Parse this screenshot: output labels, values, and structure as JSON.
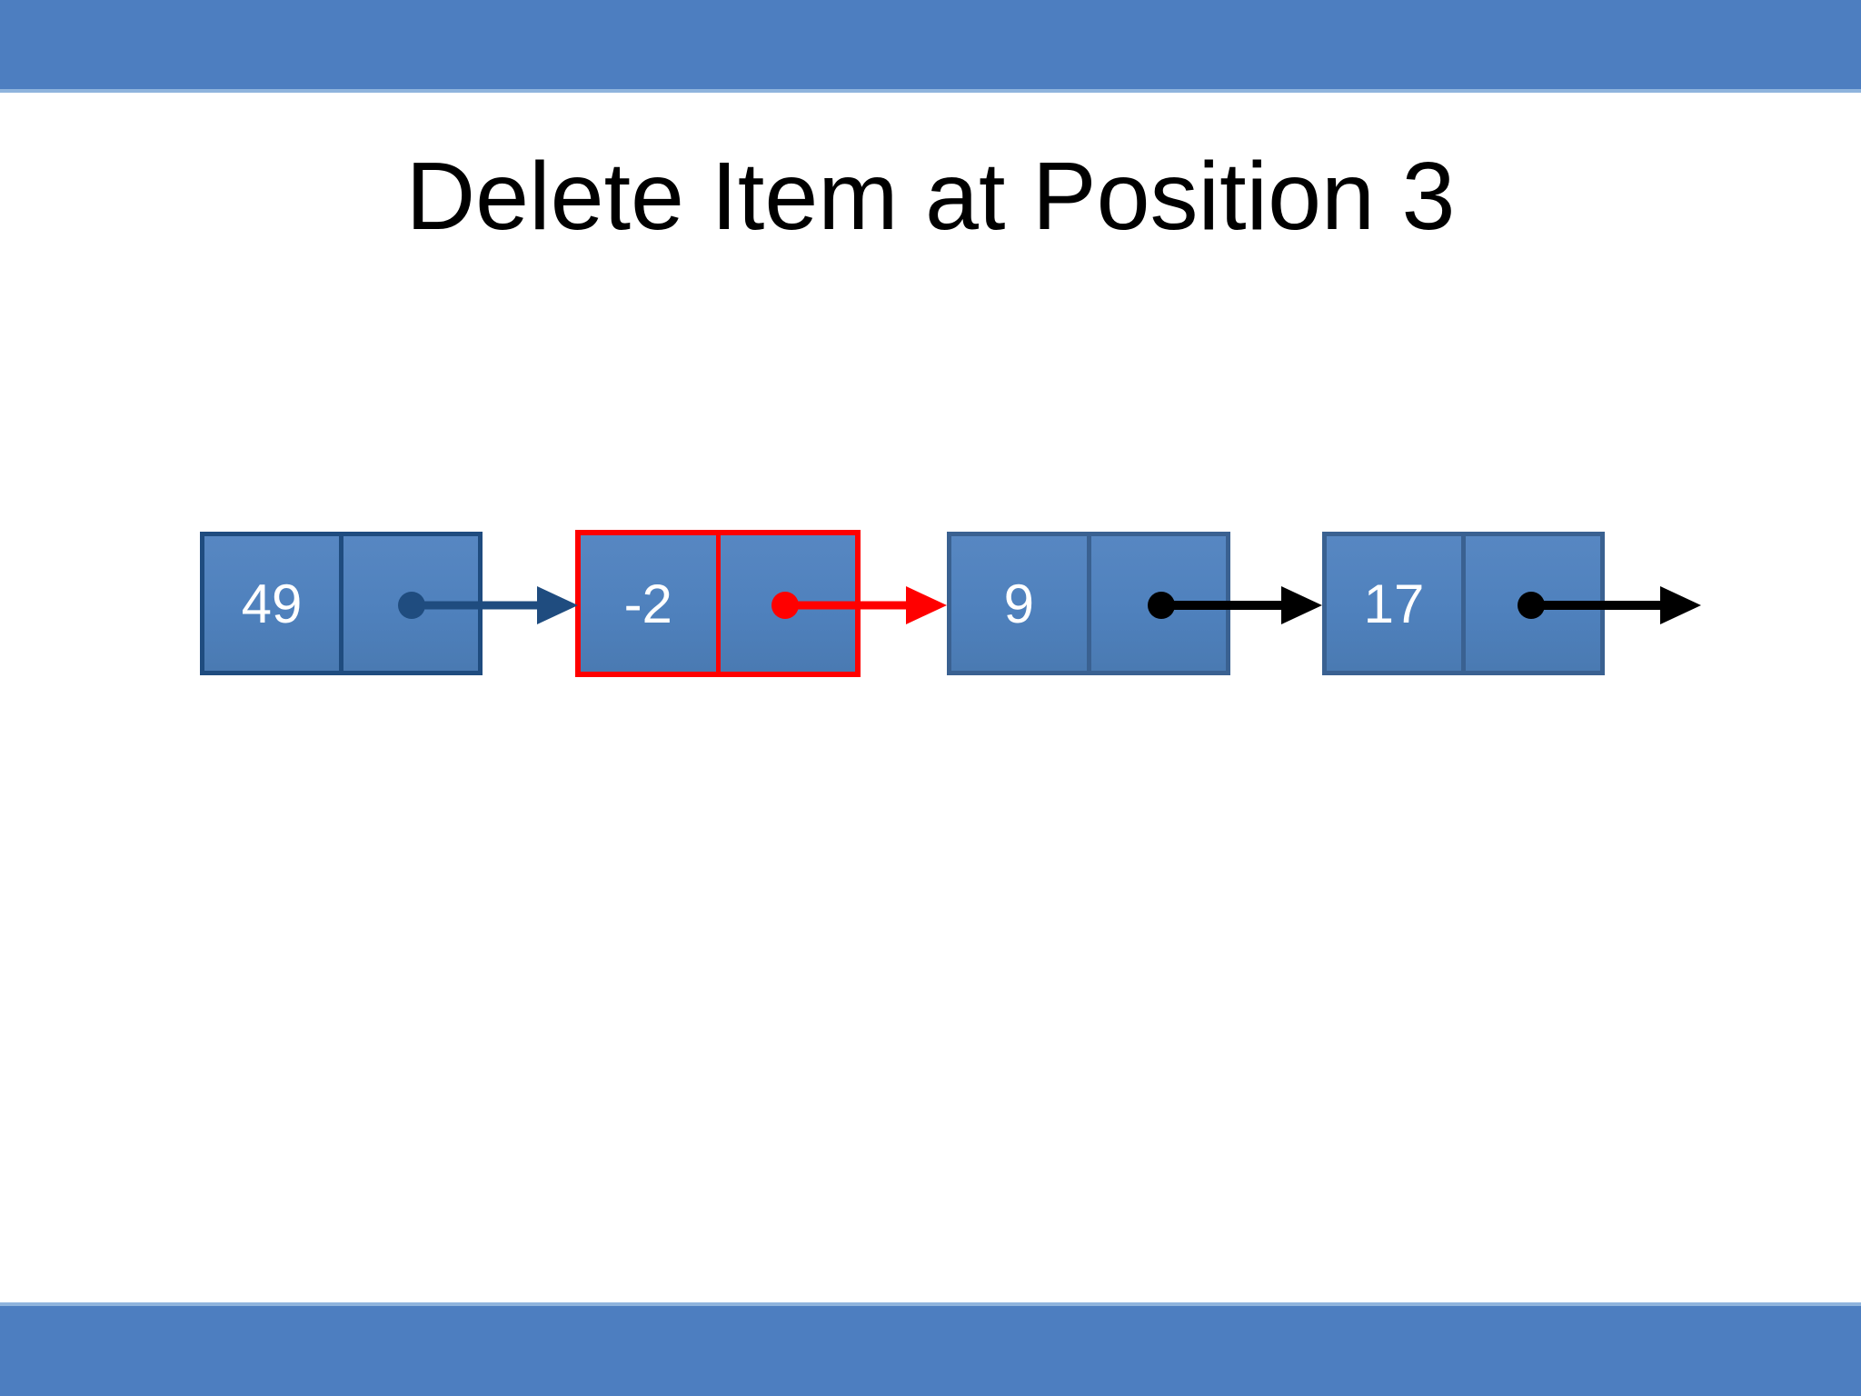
{
  "slide": {
    "title": "Delete Item at Position 3",
    "colors": {
      "bar_blue": "#4d7ec0",
      "bar_edge": "#8fb4dd",
      "node_fill": "#4f81bd",
      "node_border_dark": "#1f4c7f",
      "node_border_slate": "#3a6191",
      "highlight_red": "#ff0000",
      "arrow_navy": "#1f4c7f",
      "arrow_black": "#000000",
      "node_text": "#ffffff",
      "title_text": "#000000"
    },
    "list": {
      "nodes": [
        {
          "value": "49",
          "highlighted": false,
          "pointer_target": "next-node",
          "arrow_color": "#1f4c7f"
        },
        {
          "value": "-2",
          "highlighted": true,
          "pointer_target": "next-node",
          "arrow_color": "#ff0000"
        },
        {
          "value": "9",
          "highlighted": false,
          "pointer_target": "next-node",
          "arrow_color": "#000000"
        },
        {
          "value": "17",
          "highlighted": false,
          "pointer_target": "null",
          "arrow_color": "#000000"
        }
      ]
    }
  }
}
